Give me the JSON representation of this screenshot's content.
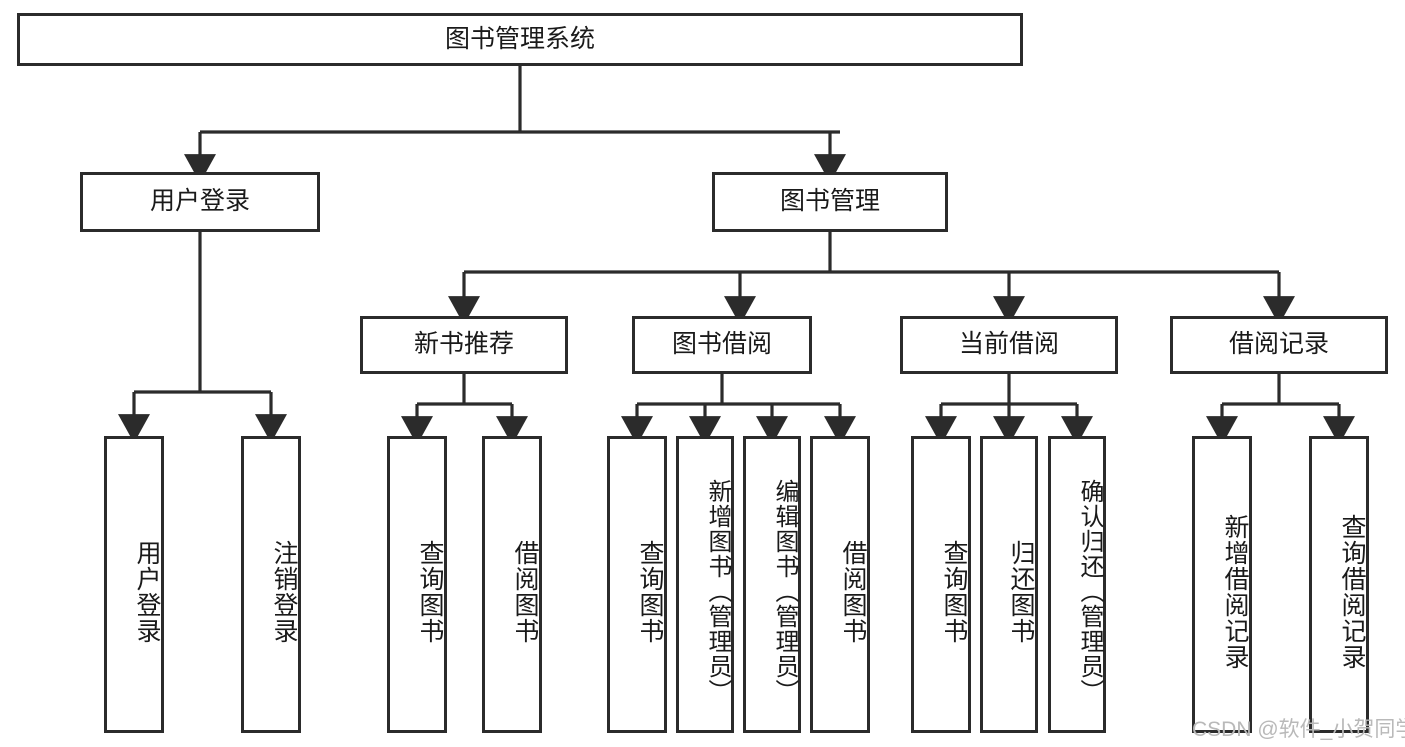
{
  "diagram": {
    "type": "tree",
    "title": "图书管理系统",
    "watermark": "CSDN @软件_小贺同学",
    "style": {
      "box_border_color": "#2b2b2b",
      "box_fill_color": "#ffffff",
      "edge_color": "#2b2b2b",
      "background": "#ffffff",
      "text_color": "#1a1a1a"
    },
    "nodes": {
      "root": {
        "label": "图书管理系统",
        "level": 1
      },
      "l2": [
        {
          "id": "login",
          "label": "用户登录",
          "level": 2
        },
        {
          "id": "bookmgmt",
          "label": "图书管理",
          "level": 2
        }
      ],
      "l3": [
        {
          "id": "newbook",
          "label": "新书推荐",
          "level": 3,
          "parent": "bookmgmt"
        },
        {
          "id": "borrow",
          "label": "图书借阅",
          "level": 3,
          "parent": "bookmgmt"
        },
        {
          "id": "current",
          "label": "当前借阅",
          "level": 3,
          "parent": "bookmgmt"
        },
        {
          "id": "record",
          "label": "借阅记录",
          "level": 3,
          "parent": "bookmgmt"
        }
      ],
      "leaves": [
        {
          "id": "leaf-1",
          "label": "用户登录",
          "parent": "login"
        },
        {
          "id": "leaf-2",
          "label": "注销登录",
          "parent": "login"
        },
        {
          "id": "leaf-3",
          "label": "查询图书",
          "parent": "newbook"
        },
        {
          "id": "leaf-4",
          "label": "借阅图书",
          "parent": "newbook"
        },
        {
          "id": "leaf-5",
          "label": "查询图书",
          "parent": "borrow"
        },
        {
          "id": "leaf-6",
          "label": "新增图书（管理员）",
          "parent": "borrow"
        },
        {
          "id": "leaf-7",
          "label": "编辑图书（管理员）",
          "parent": "borrow"
        },
        {
          "id": "leaf-8",
          "label": "借阅图书",
          "parent": "borrow"
        },
        {
          "id": "leaf-9",
          "label": "查询图书",
          "parent": "current"
        },
        {
          "id": "leaf-10",
          "label": "归还图书",
          "parent": "current"
        },
        {
          "id": "leaf-11",
          "label": "确认归还（管理员）",
          "parent": "current"
        },
        {
          "id": "leaf-12",
          "label": "新增借阅记录",
          "parent": "record"
        },
        {
          "id": "leaf-13",
          "label": "查询借阅记录",
          "parent": "record"
        }
      ]
    }
  }
}
